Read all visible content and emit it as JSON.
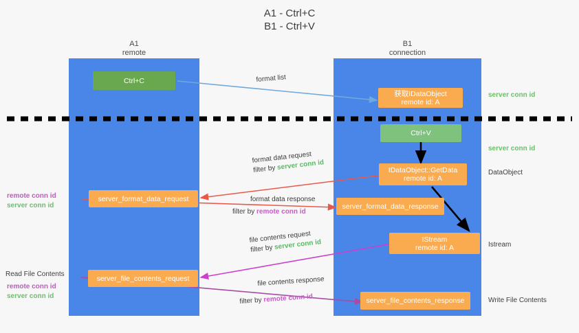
{
  "title": "A1 - Ctrl+C\nB1 - Ctrl+V",
  "lanes": [
    {
      "name": "A1",
      "sub": "remote",
      "header": "A1\nremote",
      "color": "#4a86e8"
    },
    {
      "name": "B1",
      "sub": "connection",
      "header": "B1\nconnection",
      "color": "#4a86e8"
    }
  ],
  "boxes": {
    "ctrl_c": "Ctrl+C",
    "ctrl_v": "Ctrl+V",
    "idataobject_top": "获取IDataObject\nremote id: A",
    "idataobject_getdata": "IDataObject::GetData\nremote id: A",
    "istream": "IStream\nremote id: A",
    "server_format_data_request": "server_format_data_request",
    "server_format_data_response": "server_format_data_response",
    "server_file_contents_request": "server_file_contents_request",
    "server_file_contents_response": "server_file_contents_response"
  },
  "edge_labels": {
    "format_list": "format list",
    "format_data_request": "format data request",
    "format_data_request_filter_prefix": "filter by ",
    "format_data_request_filter_key": "server conn id",
    "format_data_response": "format data response",
    "format_data_response_filter_prefix": "filter by ",
    "format_data_response_filter_key": "remote conn id",
    "file_contents_request": "file contents request",
    "file_contents_request_filter_prefix": "filter by ",
    "file_contents_request_filter_key": "server conn id",
    "file_contents_response": "file contents response",
    "file_contents_response_filter_prefix": "filter by ",
    "file_contents_response_filter_key": "remote conn id"
  },
  "annotations": {
    "right_server_conn_id_1": "server conn id",
    "right_server_conn_id_2": "server conn id",
    "right_dataobject": "DataObject",
    "right_istream": "Istream",
    "right_write_file_contents": "Write File Contents",
    "left_remote_conn_id_1": "remote conn id",
    "left_server_conn_id_1": "server conn id",
    "left_read_file_contents": "Read File Contents",
    "left_remote_conn_id_2": "remote conn id",
    "left_server_conn_id_2": "server conn id"
  },
  "colors": {
    "lane": "#4a86e8",
    "green_box": "#6aa84f",
    "green_box_light": "#7ec27e",
    "orange_box": "#fbab4f",
    "arrow_blue": "#6fa8dc",
    "arrow_red": "#e8594a",
    "arrow_magenta": "#cc3fcc",
    "arrow_purple": "#a64ca6",
    "arrow_black": "#000000",
    "divider": "#000000",
    "conn_green": "#57bb63",
    "conn_purple": "#c45ec4"
  }
}
